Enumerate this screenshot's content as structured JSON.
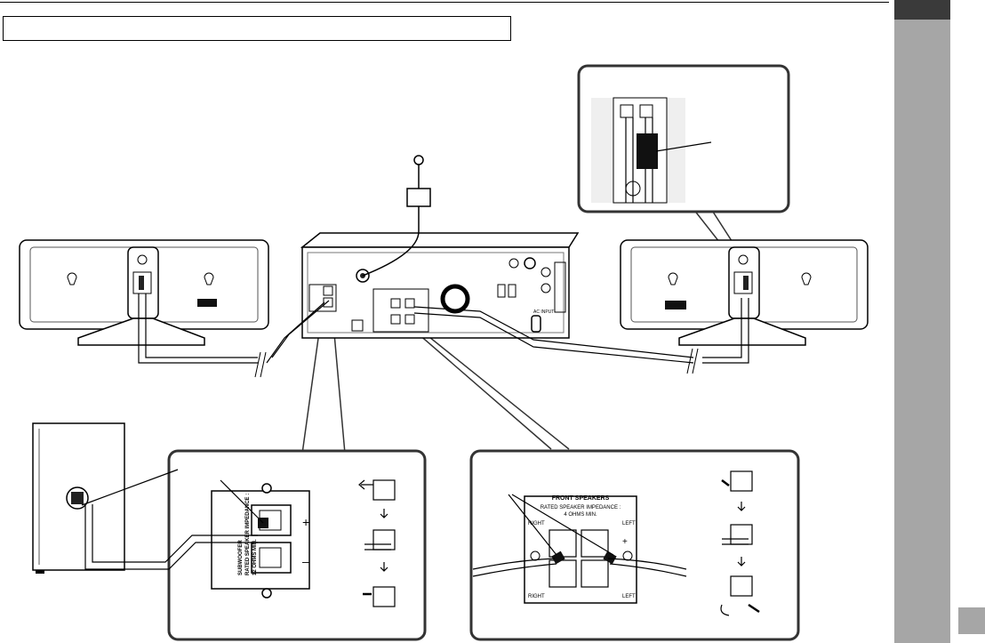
{
  "subwoofer_terminal": {
    "title_line1": "SUBWOOFER",
    "title_line2": "RATED SPEAKER IMPEDANCE :",
    "title_line3": "12 OHMS MIN.",
    "plus": "+",
    "minus": "–"
  },
  "front_terminal": {
    "title": "FRONT SPEAKERS",
    "impedance": "RATED SPEAKER IMPEDANCE :",
    "min": "4 OHMS MIN.",
    "right_top": "RIGHT",
    "left_top": "LEFT",
    "right_bottom": "RIGHT",
    "left_bottom": "LEFT",
    "plus": "+"
  },
  "main_unit": {
    "ac_input": "AC INPUT"
  }
}
